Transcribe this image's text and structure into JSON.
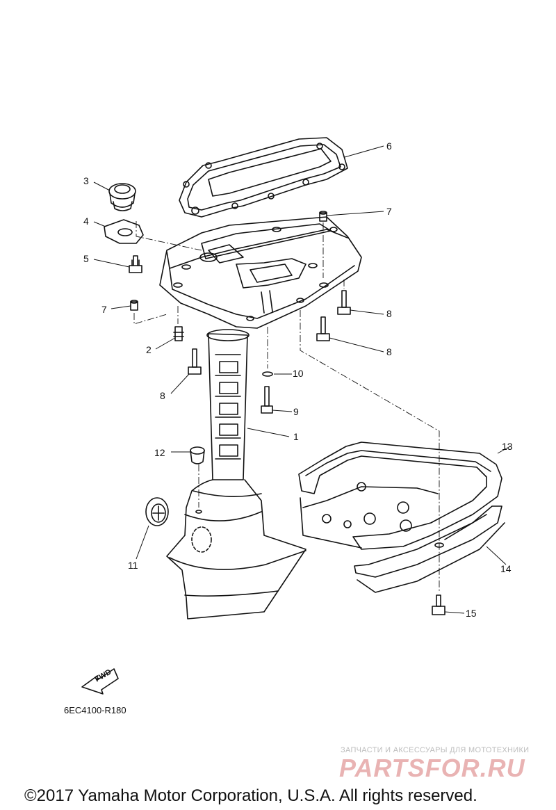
{
  "callouts": [
    {
      "id": "c6",
      "text": "6"
    },
    {
      "id": "c3",
      "text": "3"
    },
    {
      "id": "c7a",
      "text": "7"
    },
    {
      "id": "c4",
      "text": "4"
    },
    {
      "id": "c5",
      "text": "5"
    },
    {
      "id": "c7b",
      "text": "7"
    },
    {
      "id": "c8a",
      "text": "8"
    },
    {
      "id": "c2",
      "text": "2"
    },
    {
      "id": "c8b",
      "text": "8"
    },
    {
      "id": "c10",
      "text": "10"
    },
    {
      "id": "c8c",
      "text": "8"
    },
    {
      "id": "c9",
      "text": "9"
    },
    {
      "id": "c1",
      "text": "1"
    },
    {
      "id": "c13",
      "text": "13"
    },
    {
      "id": "c12",
      "text": "12"
    },
    {
      "id": "c11",
      "text": "11"
    },
    {
      "id": "c14",
      "text": "14"
    },
    {
      "id": "c15",
      "text": "15"
    }
  ],
  "fwd_label": "FWD",
  "diagram_code": "6EC4100-R180",
  "watermark": {
    "tagline": "ЗАПЧАСТИ И АКСЕССУАРЫ ДЛЯ МОТОТЕХНИКИ",
    "brand": "PARTSFOR.RU"
  },
  "copyright": "©2017 Yamaha Motor Corporation, U.S.A. All rights reserved."
}
